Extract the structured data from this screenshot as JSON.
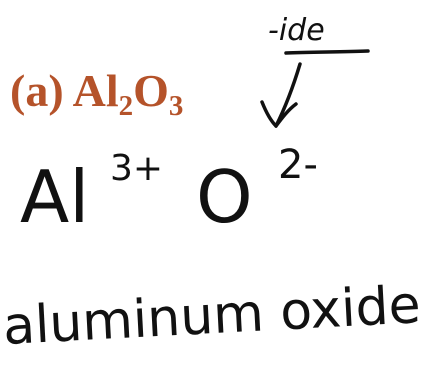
{
  "problem": {
    "label_prefix": "(a) ",
    "formula_parts": [
      {
        "text": "Al",
        "sub": false
      },
      {
        "text": "2",
        "sub": true
      },
      {
        "text": "O",
        "sub": false
      },
      {
        "text": "3",
        "sub": true
      }
    ]
  },
  "handwriting": {
    "suffix_note": "-ide",
    "cation": {
      "symbol": "Al",
      "charge": "3+"
    },
    "anion": {
      "symbol": "O",
      "charge": "2-"
    },
    "name": "aluminum oxide"
  },
  "colors": {
    "label": "#b5532a",
    "ink": "#111111"
  }
}
